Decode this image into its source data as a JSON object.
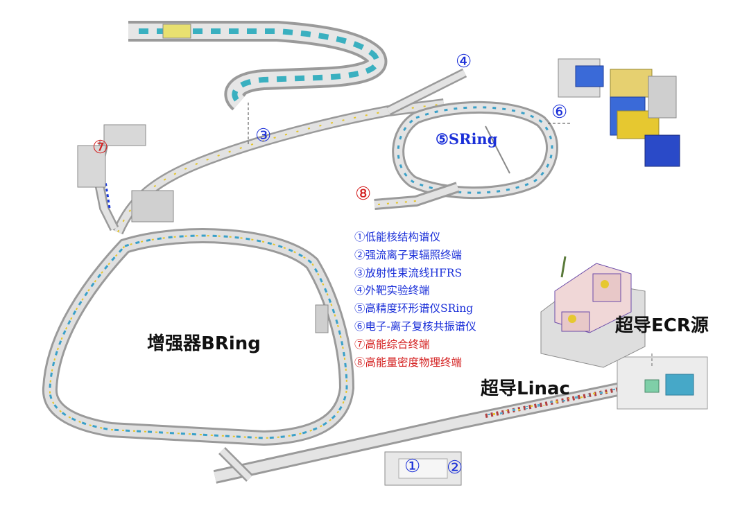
{
  "colors": {
    "blue_label": "#1a2fd8",
    "red_label": "#d42020",
    "tunnel_gray": "#d3d3d3",
    "tunnel_dark": "#9a9a9a"
  },
  "markers": {
    "m1": "①",
    "m2": "②",
    "m3": "③",
    "m4": "④",
    "m6": "⑥",
    "m7": "⑦",
    "m8": "⑧"
  },
  "labels": {
    "sring": "⑤SRing",
    "bring": "增强器BRing",
    "linac": "超导Linac",
    "ecr": "超导ECR源"
  },
  "legend": [
    {
      "text": "①低能核结构谱仪",
      "color": "#1a2fd8"
    },
    {
      "text": "②强流离子束辐照终端",
      "color": "#1a2fd8"
    },
    {
      "text": "③放射性束流线HFRS",
      "color": "#1a2fd8"
    },
    {
      "text": "④外靶实验终端",
      "color": "#1a2fd8"
    },
    {
      "text": "⑤高精度环形谱仪SRing",
      "color": "#1a2fd8"
    },
    {
      "text": "⑥电子-离子复核共振谱仪",
      "color": "#1a2fd8"
    },
    {
      "text": "⑦高能综合终端",
      "color": "#d42020"
    },
    {
      "text": "⑧高能量密度物理终端",
      "color": "#d42020"
    }
  ]
}
